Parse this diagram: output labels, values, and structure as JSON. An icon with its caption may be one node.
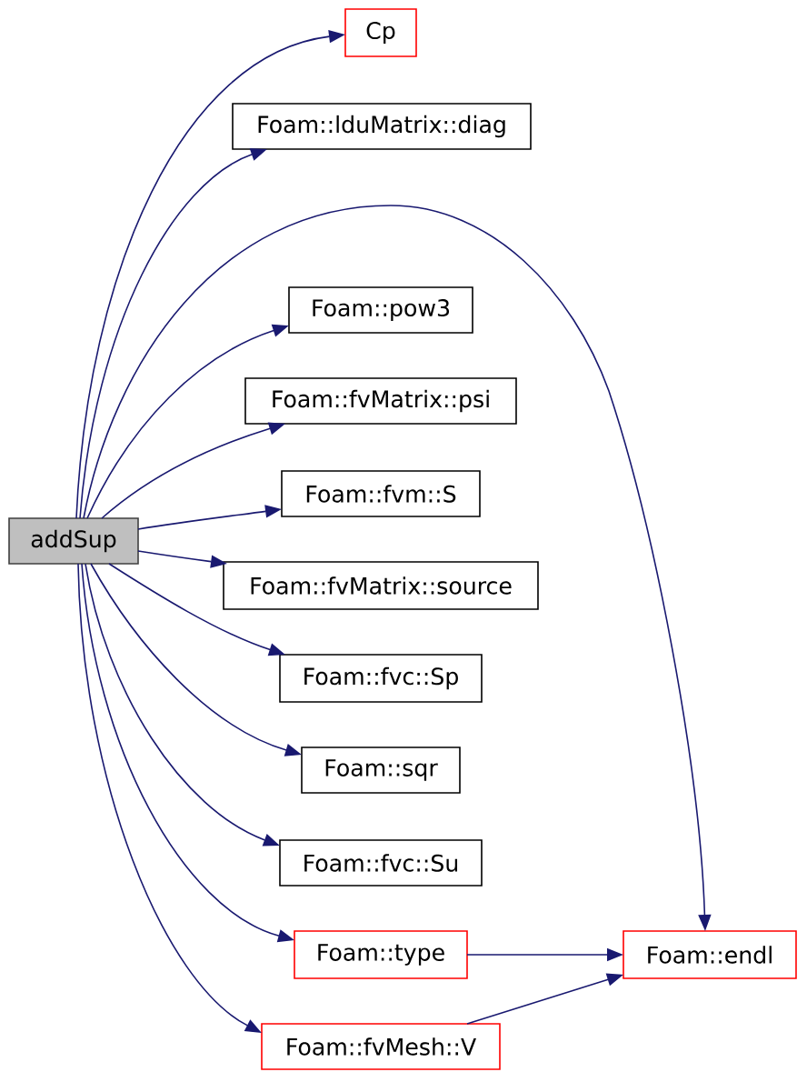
{
  "diagram": {
    "nodes": [
      {
        "text": [
          "addSup"
        ]
      },
      {
        "text": [
          "Cp"
        ]
      },
      {
        "text": [
          "Foam::lduMatrix::diag"
        ]
      },
      {
        "text": [
          "Foam::pow3"
        ]
      },
      {
        "text": [
          "Foam::fvMatrix::psi"
        ]
      },
      {
        "text": [
          "Foam::fvm::S"
        ]
      },
      {
        "text": [
          "Foam::fvMatrix::source"
        ]
      },
      {
        "text": [
          "Foam::fvc::Sp"
        ]
      },
      {
        "text": [
          "Foam::sqr"
        ]
      },
      {
        "text": [
          "Foam::fvc::Su"
        ]
      },
      {
        "text": [
          "Foam::type"
        ]
      },
      {
        "text": [
          "Foam::fvMesh::V"
        ]
      },
      {
        "text": [
          "Foam::endl"
        ]
      }
    ],
    "edges": [
      {
        "from": 0,
        "to": 1,
        "arrow": "to"
      },
      {
        "from": 0,
        "to": 2,
        "arrow": "to"
      },
      {
        "from": 0,
        "to": 12,
        "arrow": "to"
      },
      {
        "from": 0,
        "to": 3,
        "arrow": "to"
      },
      {
        "from": 0,
        "to": 4,
        "arrow": "to"
      },
      {
        "from": 0,
        "to": 5,
        "arrow": "to"
      },
      {
        "from": 0,
        "to": 6,
        "arrow": "to"
      },
      {
        "from": 0,
        "to": 7,
        "arrow": "to"
      },
      {
        "from": 0,
        "to": 8,
        "arrow": "to"
      },
      {
        "from": 0,
        "to": 9,
        "arrow": "to"
      },
      {
        "from": 0,
        "to": 10,
        "arrow": "to"
      },
      {
        "from": 0,
        "to": 11,
        "arrow": "to"
      },
      {
        "from": 10,
        "to": 12,
        "arrow": "to"
      },
      {
        "from": 11,
        "to": 12,
        "arrow": "to"
      }
    ]
  }
}
